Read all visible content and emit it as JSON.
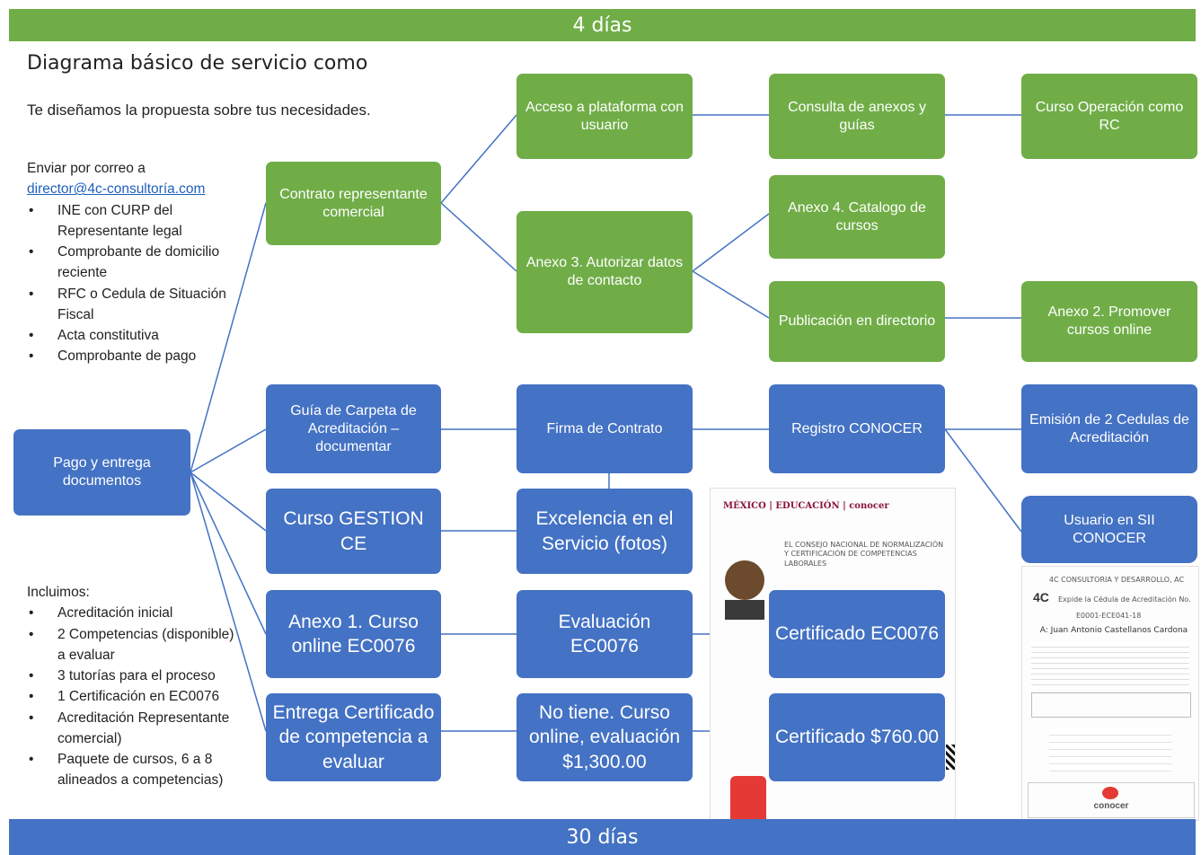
{
  "banners": {
    "top": "4 días",
    "bottom": "30 días"
  },
  "title": "Diagrama básico de servicio como",
  "subtitle": "Te diseñamos la propuesta sobre tus necesidades.",
  "send": {
    "intro": "Enviar por correo a",
    "email": "director@4c-consultoría.com",
    "items": [
      "INE con CURP del Representante legal",
      "Comprobante de domicilio reciente",
      "RFC o Cedula de Situación Fiscal",
      "Acta constitutiva",
      "Comprobante de pago"
    ]
  },
  "includes": {
    "heading": "Incluimos:",
    "items": [
      "Acreditación inicial",
      "2 Competencias (disponible) a evaluar",
      "3 tutorías para el proceso",
      "1 Certificación en EC0076",
      "Acreditación Representante comercial)",
      "Paquete de cursos, 6 a 8 alineados a competencias)"
    ]
  },
  "boxes": {
    "contrato": "Contrato representante comercial",
    "acceso": "Acceso a plataforma con usuario",
    "consulta": "Consulta de anexos y guías",
    "curso_rc": "Curso Operación como RC",
    "anexo4": "Anexo 4. Catalogo de cursos",
    "anexo3": "Anexo 3. Autorizar datos de contacto",
    "publicacion": "Publicación en directorio",
    "anexo2": "Anexo 2. Promover cursos online",
    "pago": "Pago y entrega documentos",
    "guia": "Guía de Carpeta de Acreditación – documentar",
    "firma": "Firma de Contrato",
    "registro": "Registro CONOCER",
    "emision": "Emisión de 2 Cedulas de Acreditación",
    "usuario_sii": "Usuario en SII CONOCER",
    "gestion": "Curso GESTION CE",
    "excelencia": "Excelencia en el Servicio (fotos)",
    "anexo1": "Anexo 1. Curso online EC0076",
    "evaluacion": "Evaluación EC0076",
    "cert_ec": "Certificado EC0076",
    "entrega": "Entrega Certificado de competencia a evaluar",
    "no_tiene": "No tiene. Curso online, evaluación $1,300.00",
    "cert_precio": "Certificado $760.00"
  },
  "certificate": {
    "header": "MÉXICO | EDUCACIÓN | conocer",
    "council": "EL CONSEJO NACIONAL DE NORMALIZACIÓN Y CERTIFICACIÓN DE COMPETENCIAS LABORALES"
  },
  "cedula": {
    "org": "4C CONSULTORIA Y DESARROLLO, AC",
    "issue": "Expide la Cédula de Acreditación No.",
    "number": "E0001-ECE041-18",
    "name": "A: Juan Antonio Castellanos Cardona",
    "footer": "conocer"
  },
  "colors": {
    "green": "#70ad47",
    "blue": "#4472c4",
    "line": "#4472c4"
  }
}
